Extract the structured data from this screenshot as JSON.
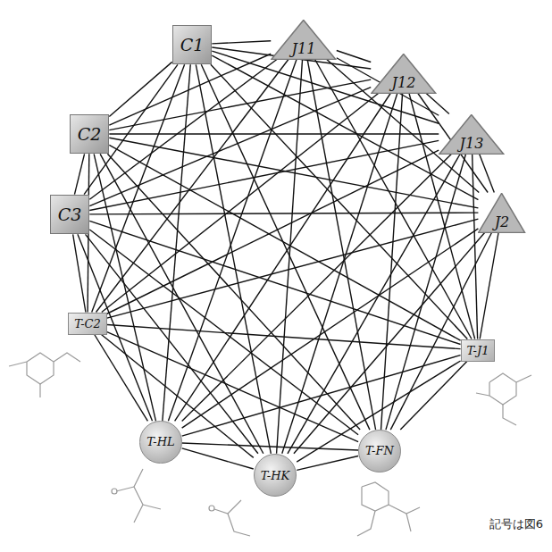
{
  "diagram": {
    "caption": "記号は図6",
    "nodes": [
      {
        "text": [
          "C1"
        ]
      },
      {
        "text": [
          "J11"
        ]
      },
      {
        "text": [
          "J12"
        ]
      },
      {
        "text": [
          "J13"
        ]
      },
      {
        "text": [
          "J2"
        ]
      },
      {
        "text": [
          "C2"
        ]
      },
      {
        "text": [
          "C3"
        ]
      },
      {
        "text": [
          "T-C2"
        ]
      },
      {
        "text": [
          "T-J1"
        ]
      },
      {
        "text": [
          "T-HL"
        ]
      },
      {
        "text": [
          "T-HK"
        ]
      },
      {
        "text": [
          "T-FN"
        ]
      }
    ],
    "edges": [
      {
        "from": 0,
        "to": 1,
        "arrow": "none"
      },
      {
        "from": 0,
        "to": 2,
        "arrow": "none"
      },
      {
        "from": 0,
        "to": 3,
        "arrow": "none"
      },
      {
        "from": 0,
        "to": 4,
        "arrow": "none"
      },
      {
        "from": 0,
        "to": 5,
        "arrow": "none"
      },
      {
        "from": 0,
        "to": 6,
        "arrow": "none"
      },
      {
        "from": 0,
        "to": 7,
        "arrow": "none"
      },
      {
        "from": 0,
        "to": 8,
        "arrow": "none"
      },
      {
        "from": 0,
        "to": 9,
        "arrow": "none"
      },
      {
        "from": 0,
        "to": 10,
        "arrow": "none"
      },
      {
        "from": 0,
        "to": 11,
        "arrow": "none"
      },
      {
        "from": 1,
        "to": 2,
        "arrow": "none"
      },
      {
        "from": 1,
        "to": 3,
        "arrow": "none"
      },
      {
        "from": 1,
        "to": 4,
        "arrow": "none"
      },
      {
        "from": 1,
        "to": 5,
        "arrow": "none"
      },
      {
        "from": 1,
        "to": 6,
        "arrow": "none"
      },
      {
        "from": 1,
        "to": 7,
        "arrow": "none"
      },
      {
        "from": 1,
        "to": 8,
        "arrow": "none"
      },
      {
        "from": 1,
        "to": 9,
        "arrow": "none"
      },
      {
        "from": 1,
        "to": 10,
        "arrow": "none"
      },
      {
        "from": 1,
        "to": 11,
        "arrow": "none"
      },
      {
        "from": 2,
        "to": 3,
        "arrow": "none"
      },
      {
        "from": 2,
        "to": 4,
        "arrow": "none"
      },
      {
        "from": 2,
        "to": 5,
        "arrow": "none"
      },
      {
        "from": 2,
        "to": 6,
        "arrow": "none"
      },
      {
        "from": 2,
        "to": 7,
        "arrow": "none"
      },
      {
        "from": 2,
        "to": 8,
        "arrow": "none"
      },
      {
        "from": 2,
        "to": 9,
        "arrow": "none"
      },
      {
        "from": 2,
        "to": 10,
        "arrow": "none"
      },
      {
        "from": 2,
        "to": 11,
        "arrow": "none"
      },
      {
        "from": 3,
        "to": 4,
        "arrow": "none"
      },
      {
        "from": 3,
        "to": 5,
        "arrow": "none"
      },
      {
        "from": 3,
        "to": 6,
        "arrow": "none"
      },
      {
        "from": 3,
        "to": 7,
        "arrow": "none"
      },
      {
        "from": 3,
        "to": 8,
        "arrow": "none"
      },
      {
        "from": 3,
        "to": 9,
        "arrow": "none"
      },
      {
        "from": 3,
        "to": 10,
        "arrow": "none"
      },
      {
        "from": 3,
        "to": 11,
        "arrow": "none"
      },
      {
        "from": 4,
        "to": 5,
        "arrow": "none"
      },
      {
        "from": 4,
        "to": 6,
        "arrow": "none"
      },
      {
        "from": 4,
        "to": 7,
        "arrow": "none"
      },
      {
        "from": 4,
        "to": 8,
        "arrow": "none"
      },
      {
        "from": 4,
        "to": 9,
        "arrow": "none"
      },
      {
        "from": 4,
        "to": 10,
        "arrow": "none"
      },
      {
        "from": 4,
        "to": 11,
        "arrow": "none"
      },
      {
        "from": 5,
        "to": 6,
        "arrow": "none"
      },
      {
        "from": 5,
        "to": 7,
        "arrow": "none"
      },
      {
        "from": 5,
        "to": 8,
        "arrow": "none"
      },
      {
        "from": 5,
        "to": 9,
        "arrow": "none"
      },
      {
        "from": 5,
        "to": 10,
        "arrow": "none"
      },
      {
        "from": 5,
        "to": 11,
        "arrow": "none"
      },
      {
        "from": 6,
        "to": 7,
        "arrow": "none"
      },
      {
        "from": 6,
        "to": 8,
        "arrow": "none"
      },
      {
        "from": 6,
        "to": 9,
        "arrow": "none"
      },
      {
        "from": 6,
        "to": 10,
        "arrow": "none"
      },
      {
        "from": 6,
        "to": 11,
        "arrow": "none"
      },
      {
        "from": 7,
        "to": 8,
        "arrow": "none"
      },
      {
        "from": 7,
        "to": 9,
        "arrow": "none"
      },
      {
        "from": 7,
        "to": 10,
        "arrow": "none"
      },
      {
        "from": 7,
        "to": 11,
        "arrow": "none"
      },
      {
        "from": 8,
        "to": 9,
        "arrow": "none"
      },
      {
        "from": 8,
        "to": 10,
        "arrow": "none"
      },
      {
        "from": 8,
        "to": 11,
        "arrow": "none"
      },
      {
        "from": 9,
        "to": 10,
        "arrow": "none"
      },
      {
        "from": 9,
        "to": 11,
        "arrow": "none"
      },
      {
        "from": 10,
        "to": 11,
        "arrow": "none"
      }
    ]
  }
}
